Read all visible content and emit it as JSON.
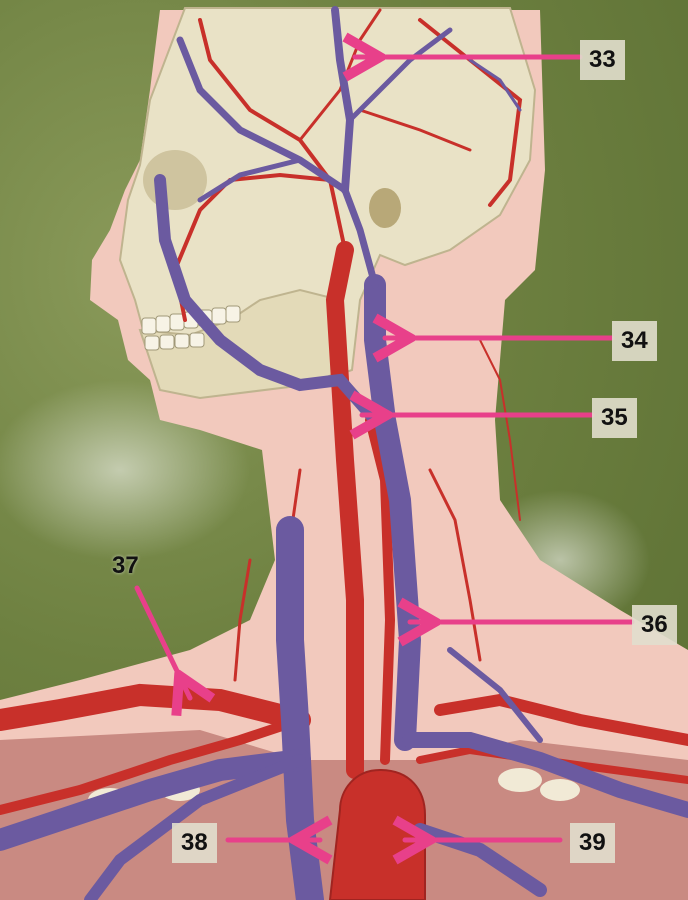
{
  "labels": {
    "l33": "33",
    "l34": "34",
    "l35": "35",
    "l36": "36",
    "l37": "37",
    "l38": "38",
    "l39": "39"
  },
  "colors": {
    "background": "#6d8040",
    "skin": "#f2c9bd",
    "skull": "#e9e2c6",
    "artery": "#c8302a",
    "vein": "#6b5aa0",
    "arrow": "#e8408a"
  }
}
